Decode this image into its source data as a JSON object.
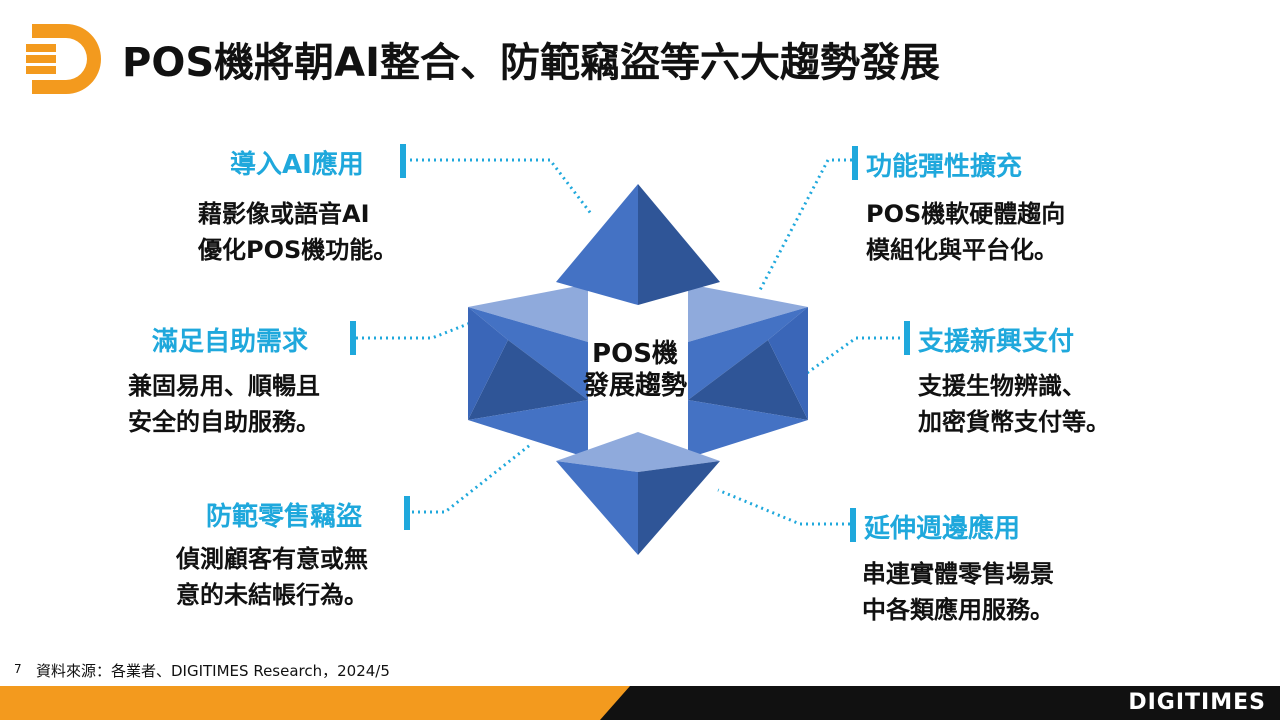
{
  "header": {
    "title": "POS機將朝AI整合、防範竊盜等六大趨勢發展"
  },
  "center": {
    "line1": "POS機",
    "line2": "發展趨勢"
  },
  "trends": [
    {
      "heading": "導入AI應用",
      "line1": "藉影像或語音AI",
      "line2": "優化POS機功能。"
    },
    {
      "heading": "滿足自助需求",
      "line1": "兼固易用、順暢且",
      "line2": "安全的自助服務。"
    },
    {
      "heading": "防範零售竊盜",
      "line1": "偵測顧客有意或無",
      "line2": "意的未結帳行為。"
    },
    {
      "heading": "功能彈性擴充",
      "line1": "POS機軟硬體趨向",
      "line2": "模組化與平台化。"
    },
    {
      "heading": "支援新興支付",
      "line1": "支援生物辨識、",
      "line2": "加密貨幣支付等。"
    },
    {
      "heading": "延伸週邊應用",
      "line1": "串連實體零售場景",
      "line2": "中各類應用服務。"
    }
  ],
  "footer": {
    "page_number": "7",
    "source": "資料來源：各業者、DIGITIMES Research，2024/5",
    "brand": "DIGITIMES"
  },
  "colors": {
    "accent": "#1fa8dc",
    "brand_orange": "#f39a1e",
    "shape_dark": "#2f5597",
    "shape_mid": "#4472c4",
    "shape_light": "#8faadc"
  }
}
